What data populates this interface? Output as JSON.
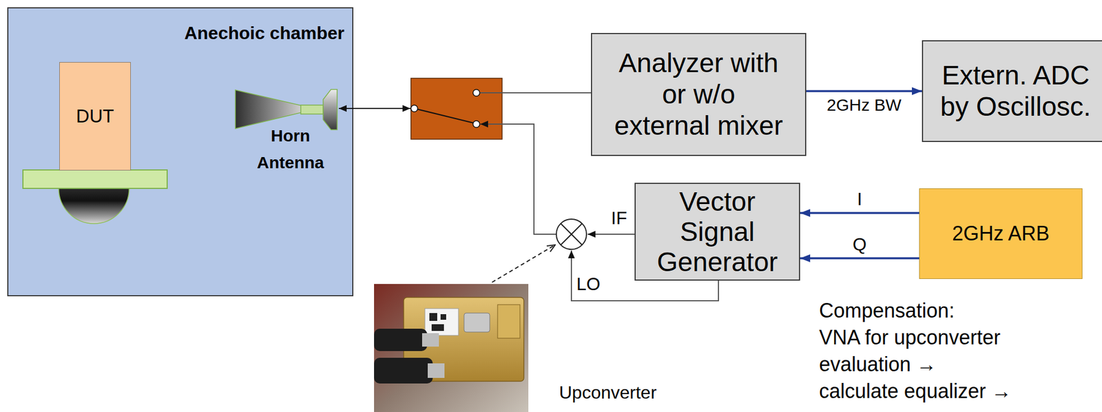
{
  "diagram": {
    "nodes": [
      {
        "text": [
          "Anechoic chamber"
        ]
      },
      {
        "text": [
          "DUT"
        ],
        "in": 0
      },
      {
        "text": [
          "Horn Antenna"
        ],
        "in": 0
      },
      {
        "text": [
          "Analyzer with or w/o external mixer"
        ]
      },
      {
        "text": [
          "Extern. ADC by Oscillosc."
        ]
      },
      {
        "text": [
          "Vector Signal Generator"
        ]
      },
      {
        "text": [
          "2GHz ARB"
        ]
      }
    ],
    "edges": [
      {
        "from": 3,
        "to": 4,
        "arrow": "to",
        "label": "2GHz BW"
      },
      {
        "from": 6,
        "to": 5,
        "arrow": "to",
        "label": "I"
      },
      {
        "from": 6,
        "to": 5,
        "arrow": "to",
        "label": "Q"
      }
    ],
    "labels": [
      "IF",
      "LO",
      "Upconverter",
      "Compensation:",
      "VNA for upconverter evaluation → calculate equalizer →"
    ]
  }
}
